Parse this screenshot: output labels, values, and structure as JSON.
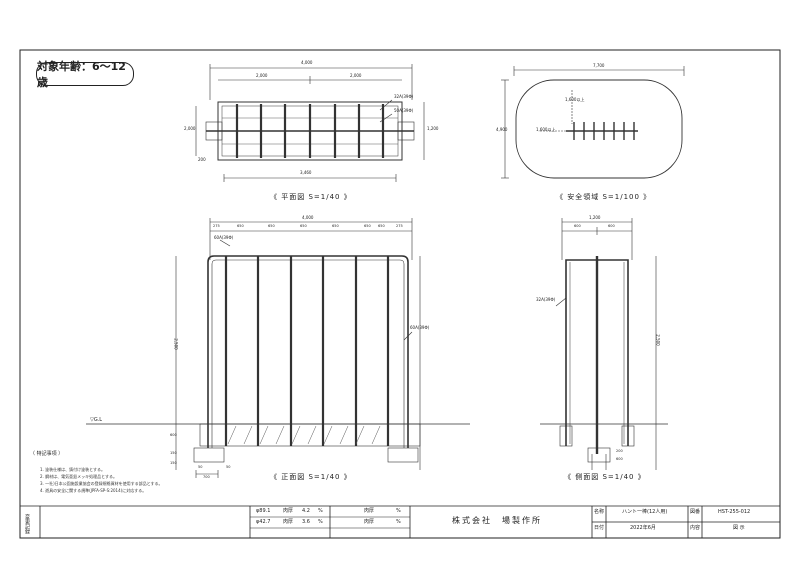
{
  "target_age": "対象年齢：6～12歳",
  "views": {
    "plan": {
      "caption": "《 平面図 S=1/40 》",
      "dims": {
        "total": "4,000",
        "half_left": "2,000",
        "half_right": "2,000",
        "bottom": "3,460",
        "height": "1,200",
        "left_a": "2,000",
        "left_b": "200",
        "pipe": "32A(39Φ)",
        "pipe2": "50A(39Φ)"
      }
    },
    "safety": {
      "caption": "《 安全領域 S=1/100 》",
      "dims": {
        "width": "7,700",
        "height": "4,900",
        "inner_h": "1,600以上",
        "inner_v": "1,600以上"
      }
    },
    "front": {
      "caption": "《 正面図 S=1/40 》",
      "dims": {
        "total": "4,000",
        "segments": [
          "275",
          "650",
          "650",
          "650",
          "650",
          "650",
          "650",
          "275"
        ],
        "pipe_top": "60A(39Φ)",
        "pipe_side": "60A(39Φ)",
        "height": "2,500",
        "gl": "▽G.L",
        "base_a": "600",
        "base_b": "150",
        "base_c": "150",
        "foot_w": "700",
        "foot_a": "50",
        "foot_b": "50"
      }
    },
    "side": {
      "caption": "《 側面図 S=1/40 》",
      "dims": {
        "total": "1,200",
        "left": "600",
        "right": "600",
        "pipe": "32A(39Φ)",
        "height": "2,500",
        "foot_a": "200",
        "foot_b": "600"
      }
    }
  },
  "notes": {
    "title": "（ 特記事項 ）",
    "items": [
      "1. 塗装仕様は、鋳付け塗装とする。",
      "2. 鋼材は、電気亜鉛メッキ処理品とする。",
      "3. 一社)日本公園施設業協会の登録規格資材を使用する部品とする。",
      "4. 遊具の安全に関する規準(JPFA-SP-S:2014)に対応する。"
    ]
  },
  "title_block": {
    "side_label": "変更記録",
    "material_rows": [
      {
        "spec": "φ89.1",
        "label": "肉厚",
        "thick": "4.2",
        "unit": "%"
      },
      {
        "spec": "φ42.7",
        "label": "肉厚",
        "thick": "3.6",
        "unit": "%"
      }
    ],
    "extra_rows": [
      {
        "label": "肉厚",
        "unit": "%"
      },
      {
        "label": "肉厚",
        "unit": "%"
      }
    ],
    "company": "株式会社　場製作所",
    "name_label": "名称",
    "name_value": "ハント一棒(12人用)",
    "date_label": "日付",
    "date_value": "2022年6月",
    "code_label": "図番",
    "code_value": "HST-255-012",
    "type_label": "内容",
    "type_value": "図 示"
  }
}
